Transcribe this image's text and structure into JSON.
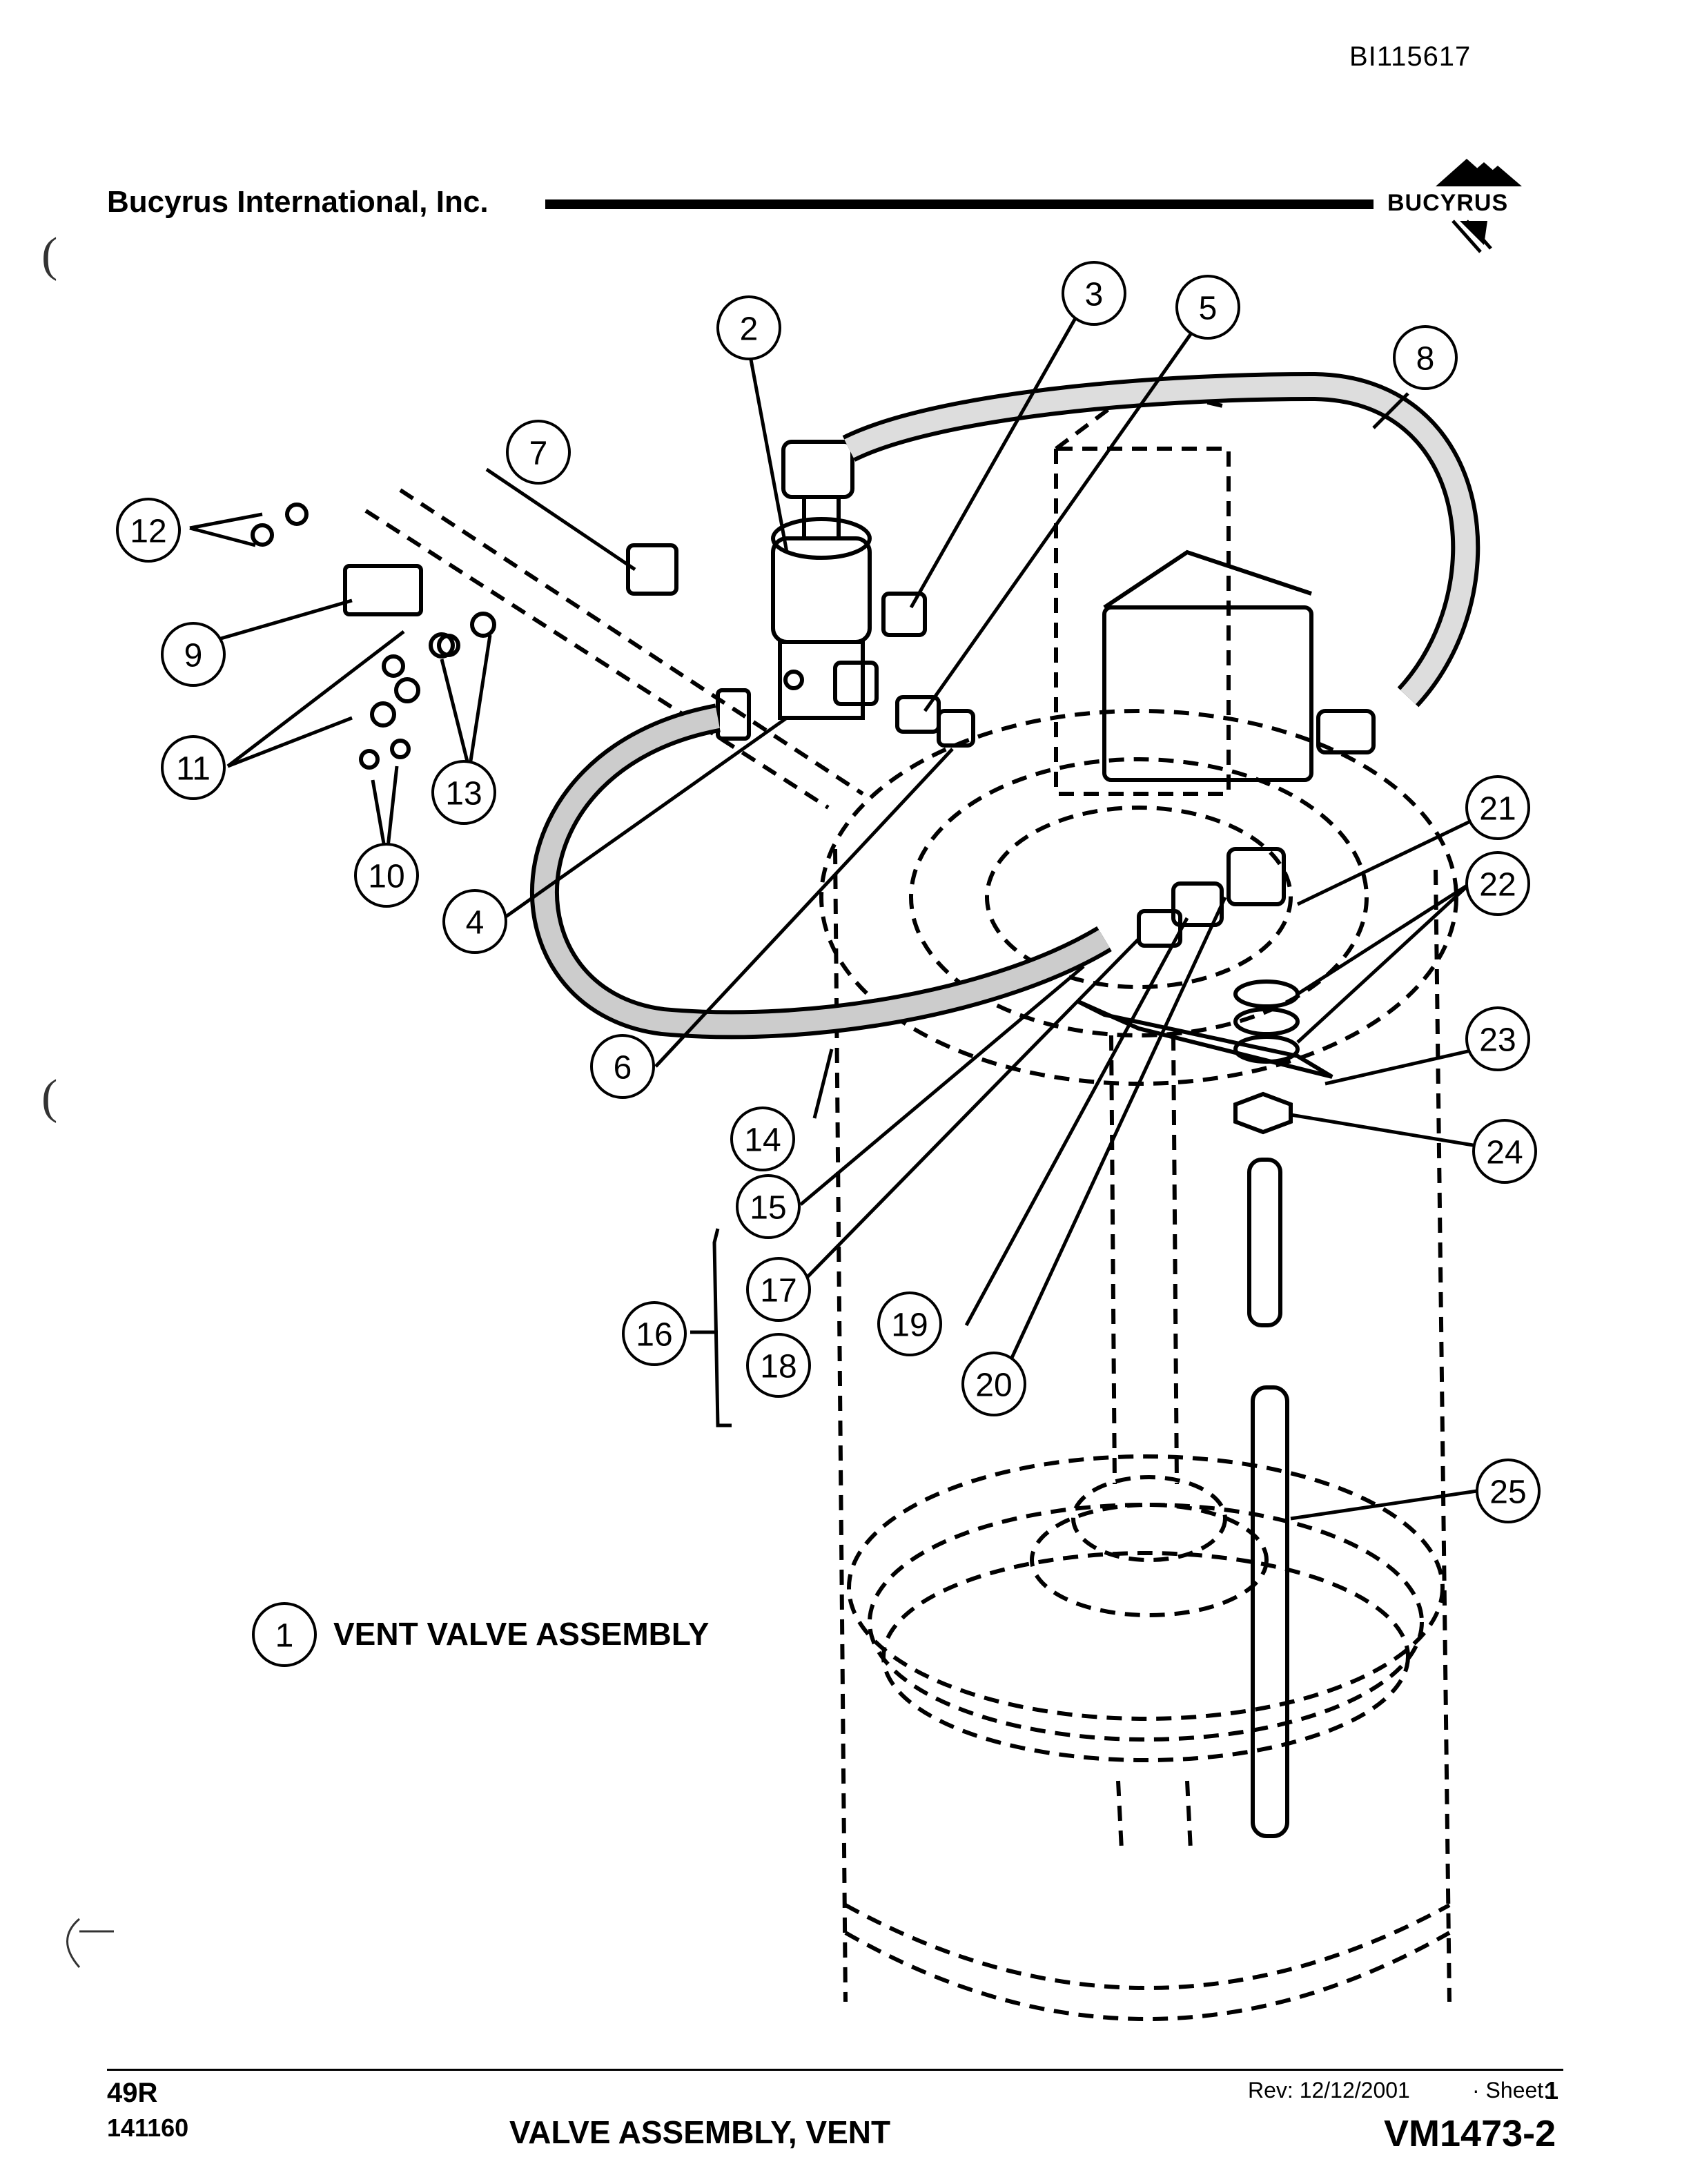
{
  "header": {
    "doc_id": "BI115617",
    "company": "Bucyrus International, Inc.",
    "logo_text": "BUCYRUS"
  },
  "diagram": {
    "assembly_label": "VENT VALVE ASSEMBLY",
    "assembly_callout": "1",
    "callouts": [
      "2",
      "3",
      "4",
      "5",
      "6",
      "7",
      "8",
      "9",
      "10",
      "11",
      "12",
      "13",
      "14",
      "15",
      "16",
      "17",
      "18",
      "19",
      "20",
      "21",
      "22",
      "23",
      "24",
      "25"
    ]
  },
  "footer": {
    "model": "49R",
    "part_no": "141160",
    "sheet_title": "VALVE ASSEMBLY, VENT",
    "rev": "Rev:  12/12/2001",
    "sheet_label": "·  Sheet:",
    "sheet_num": "1",
    "vm_no": "VM1473-2"
  }
}
